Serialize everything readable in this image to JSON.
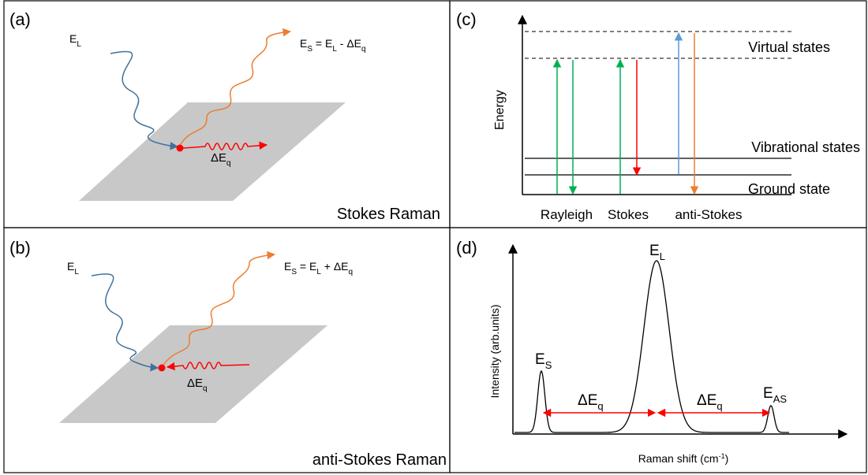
{
  "panel_a": {
    "letter": "(a)",
    "incident_base": "E",
    "incident_sub": "L",
    "scattered_eq": {
      "s1": "E",
      "sub1": "S",
      "mid": " = E",
      "sub2": "L",
      "rest": " - ΔE",
      "sub3": "q"
    },
    "phonon_base": "ΔE",
    "phonon_sub": "q",
    "caption": "Stokes Raman"
  },
  "panel_b": {
    "letter": "(b)",
    "incident_base": "E",
    "incident_sub": "L",
    "scattered_eq": {
      "s1": "E",
      "sub1": "S",
      "mid": " = E",
      "sub2": "L",
      "rest": " + ΔE",
      "sub3": "q"
    },
    "phonon_base": "ΔE",
    "phonon_sub": "q",
    "caption": "anti-Stokes Raman"
  },
  "panel_c": {
    "letter": "(c)",
    "ylabel": "Energy",
    "level_labels": [
      "Virtual states",
      "Vibrational states",
      "Ground state"
    ],
    "process_labels": [
      "Rayleigh",
      "Stokes",
      "anti-Stokes"
    ],
    "colors": {
      "green": "#00b050",
      "red": "#ff0000",
      "blue": "#5b9bd5",
      "orange": "#ed7d31"
    }
  },
  "panel_d": {
    "letter": "(d)",
    "ylabel": "Intensity (arb.units)",
    "xlabel_base": "Raman shift (cm",
    "xlabel_sup": "-1",
    "xlabel_end": ")",
    "peak_labels": [
      {
        "base": "E",
        "sub": "S"
      },
      {
        "base": "E",
        "sub": "L"
      },
      {
        "base": "E",
        "sub": "AS"
      }
    ],
    "gap_labels": [
      {
        "base": "ΔE",
        "sub": "q"
      },
      {
        "base": "ΔE",
        "sub": "q"
      }
    ]
  },
  "colors": {
    "incident": "#41719c",
    "scattered": "#ed7d31",
    "phonon": "#ff0000",
    "surface": "#c8c8c8"
  }
}
